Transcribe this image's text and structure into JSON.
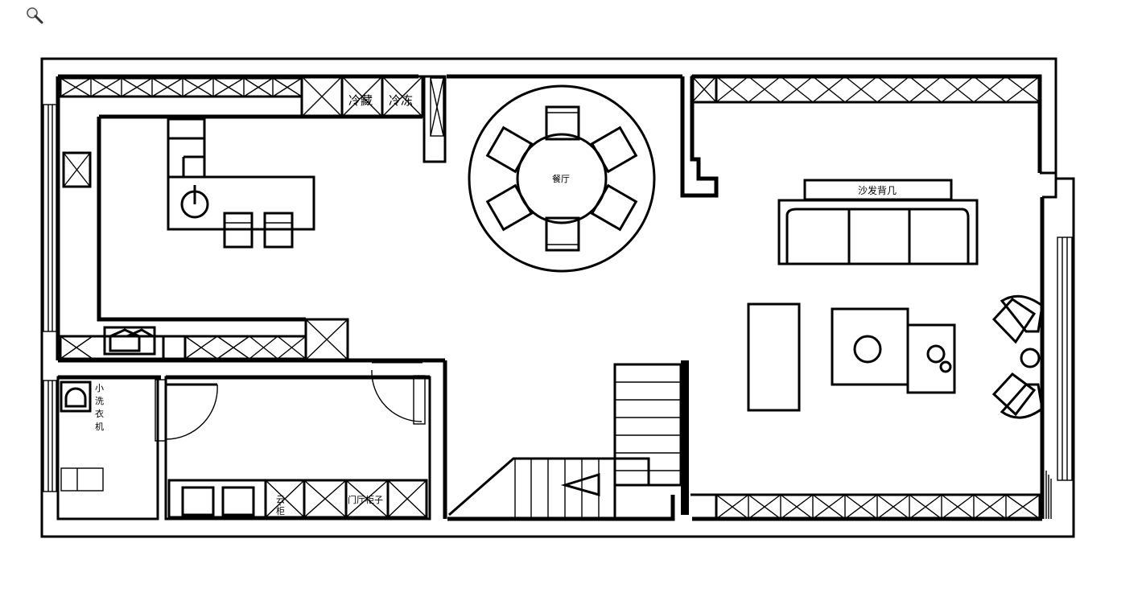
{
  "toolbar": {
    "zoom_icon": "magnifier-icon"
  },
  "labels": {
    "fridge_cold": "冷藏",
    "fridge_freeze": "冷冻",
    "dining": "餐厅",
    "sofa_back": "沙发背几",
    "washer_1": "小",
    "washer_2": "洗",
    "washer_3": "衣",
    "washer_4": "机",
    "pantry": "云·柜",
    "shoe_cabinet": "门厅柜子"
  }
}
